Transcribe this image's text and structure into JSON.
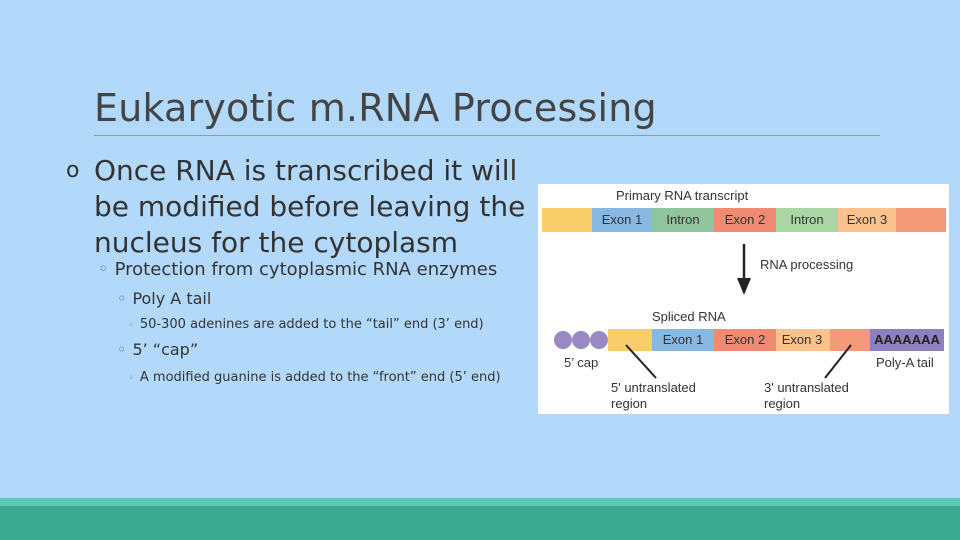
{
  "title": "Eukaryotic m.RNA Processing",
  "bullets": {
    "l1_marker": "o",
    "l1_text": "Once RNA is transcribed it will be modified before leaving the nucleus for the cytoplasm",
    "l2_text": "Protection from cytoplasmic RNA enzymes",
    "l3a_text": "Poly A tail",
    "l4a_text": "50-300 adenines are added to the “tail” end (3’ end)",
    "l3b_text": "5’ “cap”",
    "l4b_text": "A modified guanine is added to the “front” end (5’ end)",
    "marker": "◦"
  },
  "diagram": {
    "primary_label": "Primary RNA transcript",
    "primary_segments": [
      "",
      "Exon 1",
      "Intron",
      "Exon 2",
      "Intron",
      "Exon 3",
      ""
    ],
    "processing_label": "RNA processing",
    "spliced_label": "Spliced RNA",
    "spliced_segments": [
      "",
      "Exon 1",
      "Exon 2",
      "Exon 3",
      "AAAAAAA"
    ],
    "cap_label": "5’ cap",
    "polya_label": "Poly-A tail",
    "utr5_label_1": "5' untranslated",
    "utr5_label_2": "region",
    "utr3_label_1": "3' untranslated",
    "utr3_label_2": "region"
  },
  "colors": {
    "background": "#b3d9fa",
    "utr": "#f9ce6a",
    "exon1": "#86b8e1",
    "intron": "#8fc49d",
    "exon2": "#f08a72",
    "intron2": "#a9d6a3",
    "exon3": "#fbc38b",
    "tail_block": "#f39a7b",
    "polya": "#8e7fbf",
    "cap": "#9a89c4",
    "footer_light": "#5ec7b5",
    "footer_dark": "#3aa98f"
  }
}
